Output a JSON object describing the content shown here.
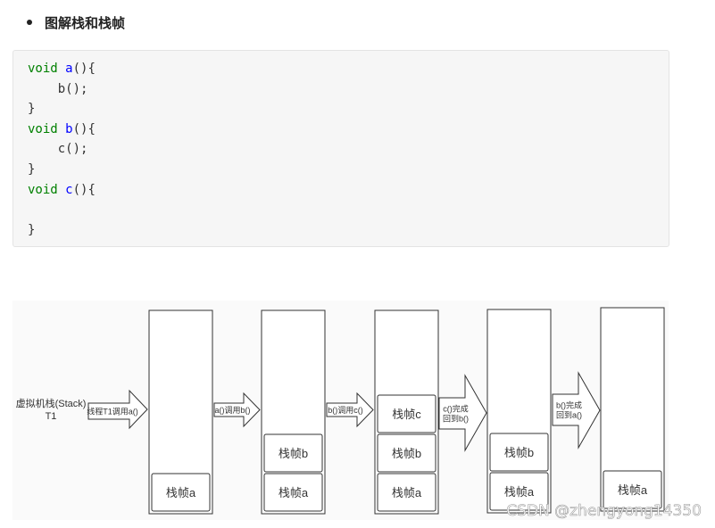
{
  "heading": "图解栈和栈帧",
  "code": {
    "lines": [
      {
        "kw": "void",
        "fn": "a",
        "rest": "(){"
      },
      {
        "indent": "    ",
        "rest": "b();"
      },
      {
        "rest": "}"
      },
      {
        "kw": "void",
        "fn": "b",
        "rest": "(){"
      },
      {
        "indent": "    ",
        "rest": "c();"
      },
      {
        "rest": "}"
      },
      {
        "kw": "void",
        "fn": "c",
        "rest": "(){"
      },
      {
        "rest": ""
      },
      {
        "rest": "}"
      }
    ]
  },
  "diagram": {
    "stack_label": [
      "虚拟机栈(Stack)",
      "T1"
    ],
    "arrows": [
      {
        "lines": [
          "线程T1调用a()"
        ]
      },
      {
        "lines": [
          "a()调用b()"
        ]
      },
      {
        "lines": [
          "b()调用c()"
        ]
      },
      {
        "lines": [
          "c()完成",
          "回到b()"
        ]
      },
      {
        "lines": [
          "b()完成",
          "回到a()"
        ]
      }
    ],
    "columns": [
      {
        "frames": [
          "栈帧a"
        ]
      },
      {
        "frames": [
          "栈帧a",
          "栈帧b"
        ]
      },
      {
        "frames": [
          "栈帧a",
          "栈帧b",
          "栈帧c"
        ]
      },
      {
        "frames": [
          "栈帧a",
          "栈帧b"
        ]
      },
      {
        "frames": [
          "栈帧a"
        ]
      }
    ]
  },
  "watermark": "CSDN @zhengyong14350",
  "colors": {
    "keyword": "#008000",
    "function_name": "#0000ff",
    "code_background": "#f6f6f6",
    "diagram_background": "#fafafa",
    "outline": "#333333"
  }
}
